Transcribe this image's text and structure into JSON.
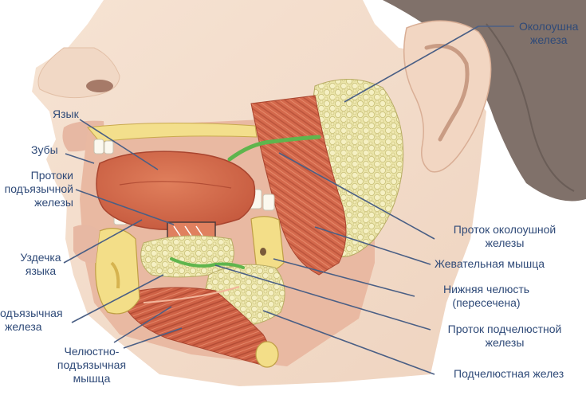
{
  "labels": {
    "parotid_gland": [
      "Околоушна",
      "железа"
    ],
    "tongue": [
      "Язык"
    ],
    "teeth": [
      "Зубы"
    ],
    "sublingual_ducts": [
      "Протоки",
      "подъязычной",
      "железы"
    ],
    "frenulum": [
      "Уздечка",
      "языка"
    ],
    "sublingual_gland": [
      "одъязычная",
      "железа"
    ],
    "mylohyoid_muscle": [
      "Челюстно-",
      "подъязычная",
      "мышца"
    ],
    "parotid_duct": [
      "Проток околоушной",
      "железы"
    ],
    "masseter": [
      "Жевательная мышца"
    ],
    "mandible": [
      "Нижняя челюсть",
      "(пересечена)"
    ],
    "submandibular_duct": [
      "Проток подчелюстной",
      "железы"
    ],
    "submandibular_gland": [
      "Подчелюстная желез"
    ]
  },
  "colors": {
    "label_text": "#2f4a78",
    "leader_line": "#4a5f85",
    "skin": "#f3dcc9",
    "muscle": "#d2694a",
    "gland": "#ece6a8",
    "bone": "#f2dd86",
    "hair": "#7f7169"
  }
}
